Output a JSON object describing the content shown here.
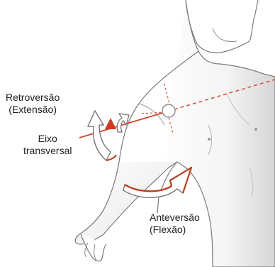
{
  "labels": {
    "retroversion": {
      "line1": "Retroversão",
      "line2": "(Extensão)"
    },
    "axis": {
      "line1": "Eixo",
      "line2": "transversal"
    },
    "anteversion": {
      "line1": "Anteversão",
      "line2": "(Flexão)"
    }
  },
  "colors": {
    "body_outline": "#7a7a7a",
    "shading": "#d9d9d9",
    "axis_line": "#d2452b",
    "arrow_red": "#d23a1f",
    "arrow_dark": "#b5401f",
    "arrow_fill": "#ffffff"
  }
}
